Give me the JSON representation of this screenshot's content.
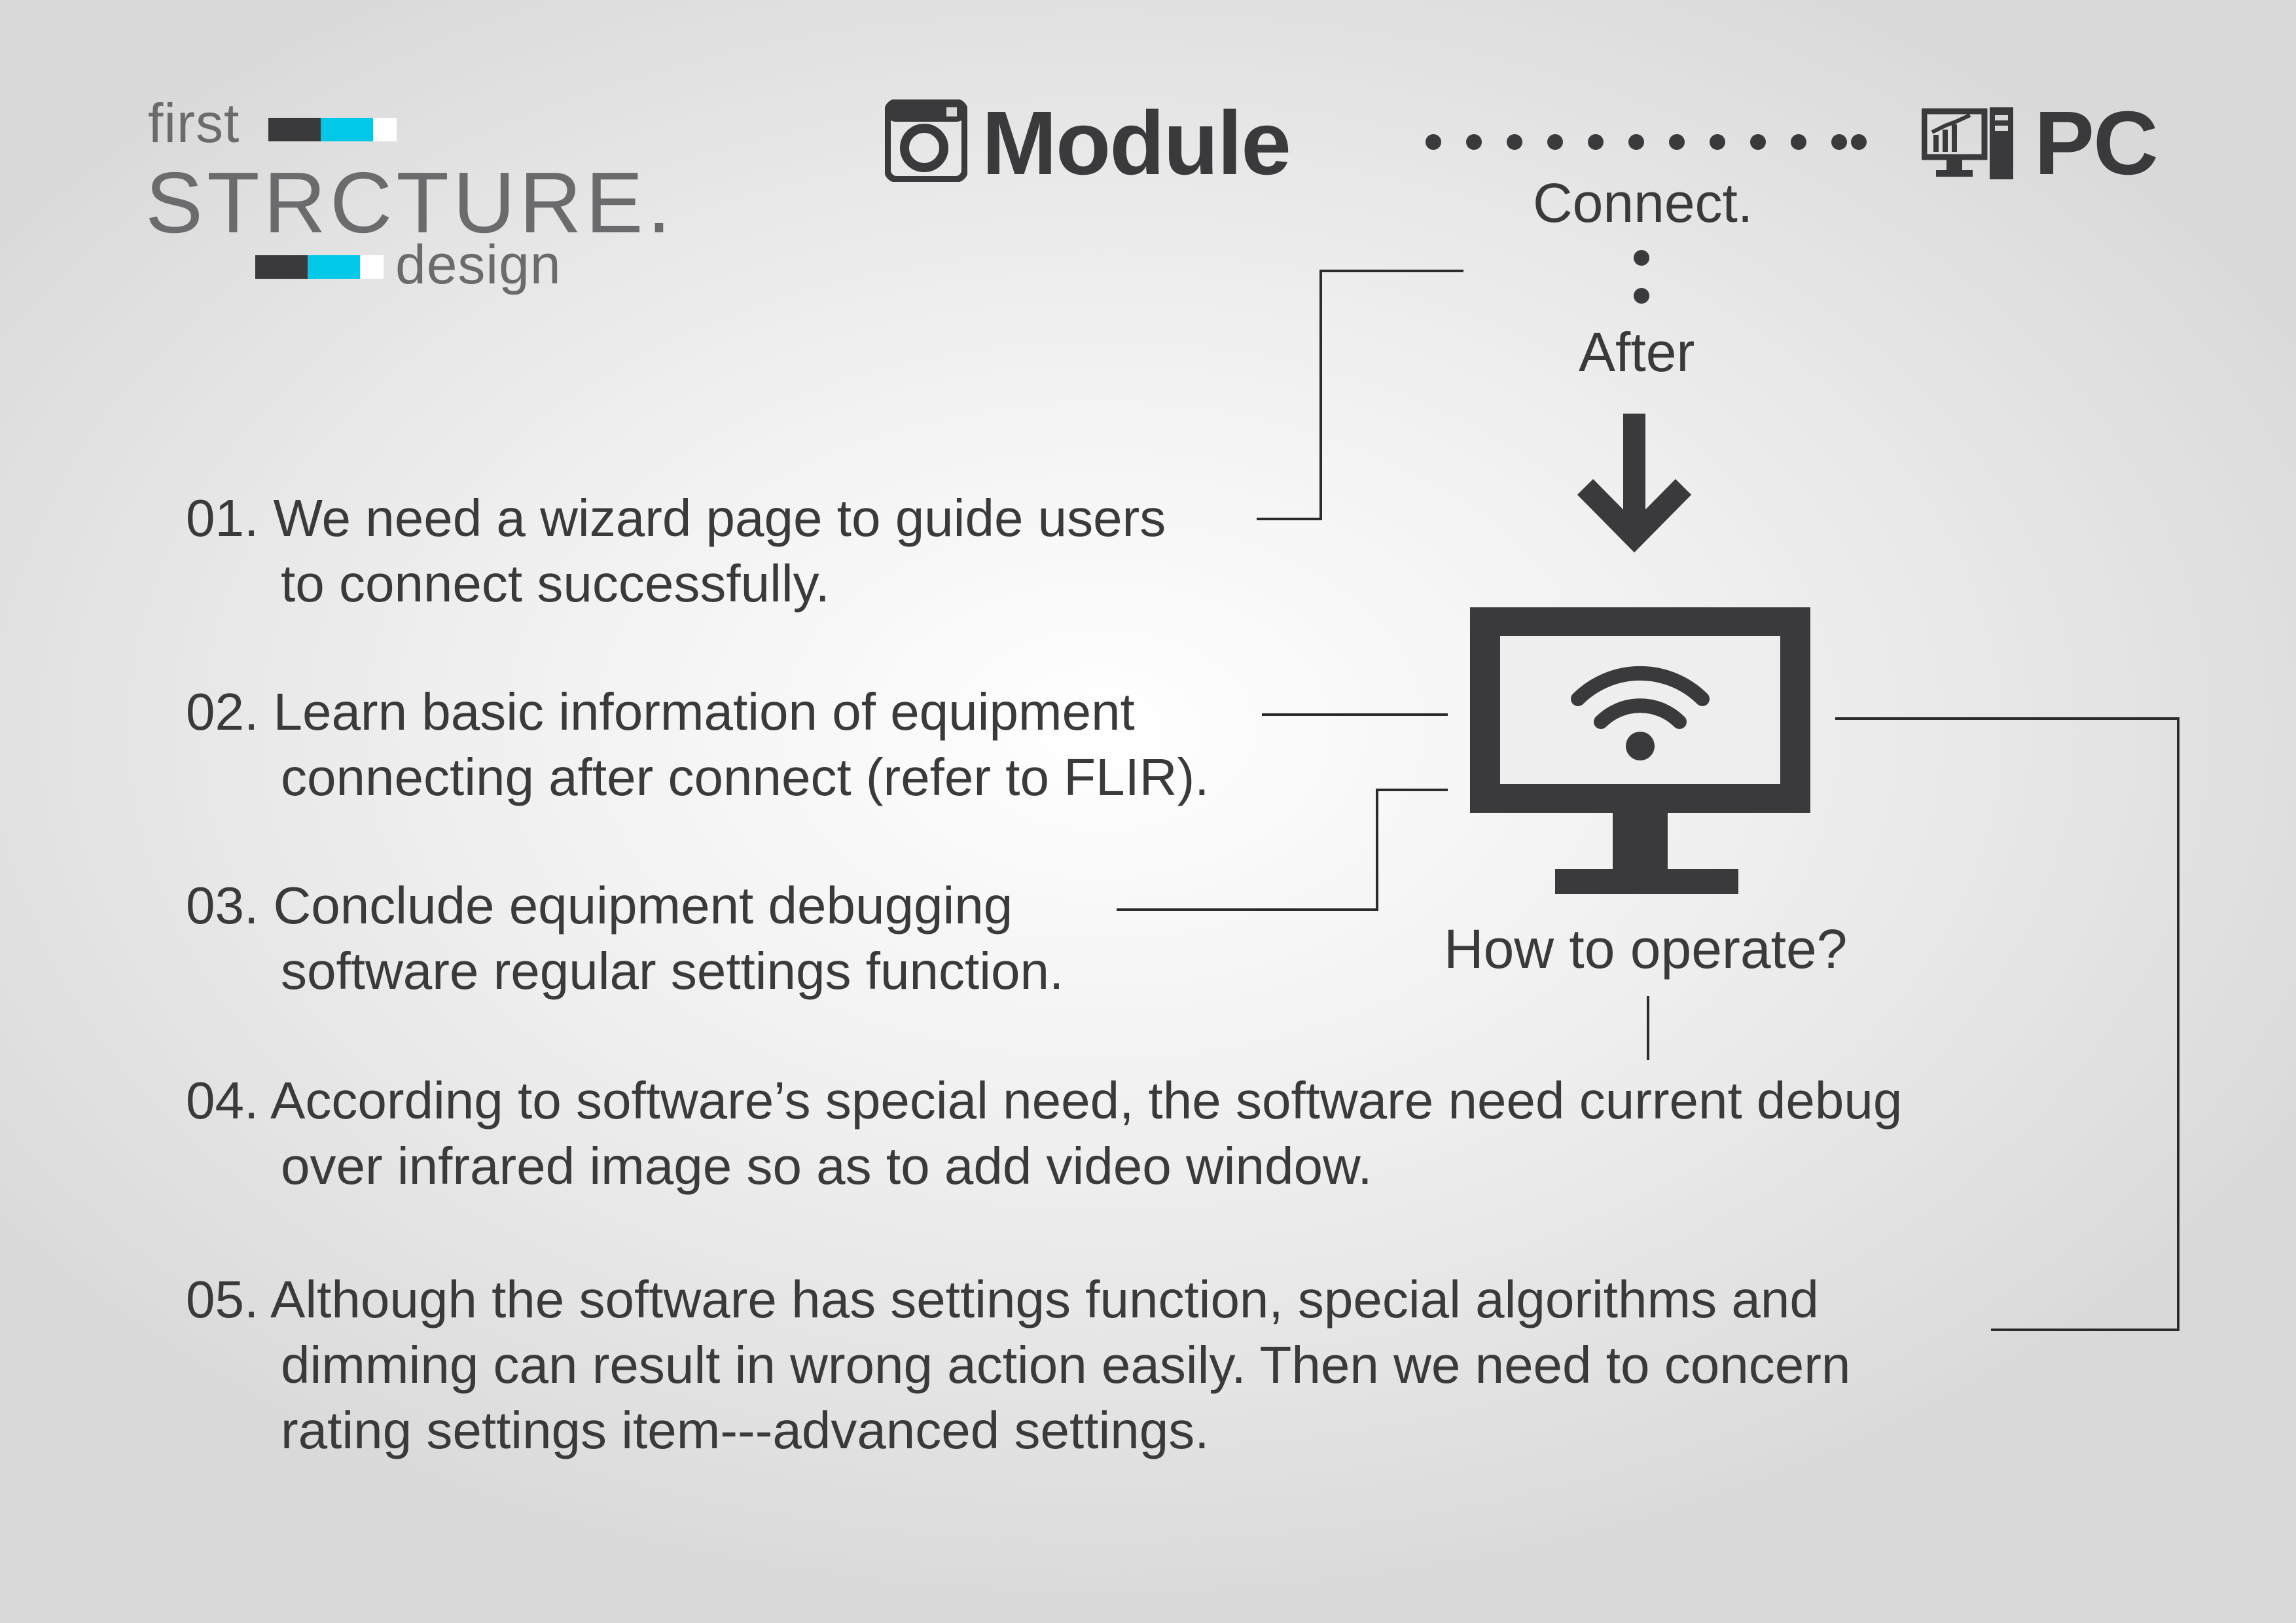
{
  "logo": {
    "top": "first",
    "main": "STRCTURE.",
    "bottom": "design",
    "colors": {
      "dark": "#3a3a3c",
      "cyan": "#00c8e6",
      "white": "#ffffff"
    }
  },
  "header": {
    "left_label": "Module",
    "left_icon": "camera-icon",
    "right_label": "PC",
    "right_icon": "computer-chart-icon"
  },
  "flow": {
    "connect": "Connect.",
    "after": "After",
    "question": "How to operate?",
    "center_icon": "wifi-monitor-icon",
    "arrow_icon": "arrow-down-icon"
  },
  "items": [
    {
      "num": "01.",
      "lines": [
        "We need a wizard page to guide users",
        "to connect successfully."
      ]
    },
    {
      "num": "02.",
      "lines": [
        "Learn basic information of equipment",
        "connecting after connect (refer to FLIR)."
      ]
    },
    {
      "num": "03.",
      "lines": [
        "Conclude equipment debugging",
        "software regular settings function."
      ]
    },
    {
      "num": "04.",
      "lines": [
        "According to software’s special need, the software need current debug",
        "over infrared image so as to add video window."
      ]
    },
    {
      "num": "05.",
      "lines": [
        "Although the software has settings function, special algorithms and",
        "dimming can result in wrong action easily. Then we need to concern",
        "rating settings item---advanced settings."
      ]
    }
  ]
}
